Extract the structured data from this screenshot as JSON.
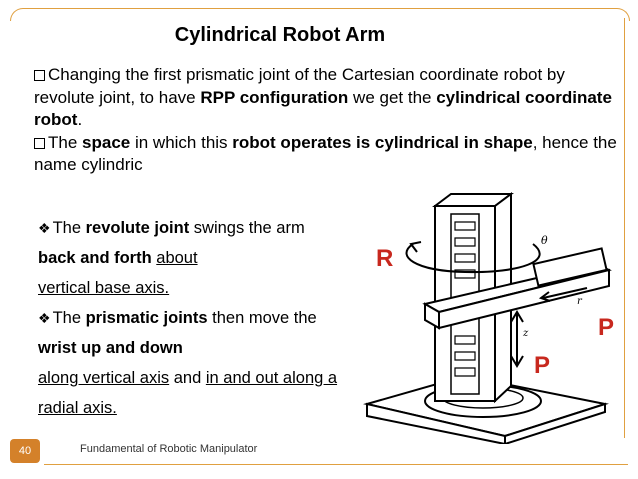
{
  "title": "Cylindrical Robot Arm",
  "paragraph": {
    "line1": "Changing the first prismatic joint of the Cartesian coordinate robot by revolute joint, to have ",
    "line1_bold": "RPP configuration",
    "line2_pre": " we get the ",
    "line2_bold": "cylindrical coordinate robot",
    "line2_post": ".",
    "line3_pre": "The ",
    "line3_bold1": "space",
    "line3_mid": " in which this ",
    "line3_bold2": "robot operates is cylindrical in shape",
    "line3_post": ", hence the name cylindric"
  },
  "bullets": {
    "b1_pre": "The ",
    "b1_bold1": "revolute joint",
    "b1_mid1": " swings the arm ",
    "b1_bold2": "back and forth",
    "b1_space": " ",
    "b1_u1": "about",
    "b1_u2": "vertical base axis.",
    "b2_pre": "The ",
    "b2_bold1": "prismatic joints",
    "b2_mid1": " then move the ",
    "b2_bold2": "wrist up and down",
    "b2_u1": "along vertical axis",
    "b2_mid2": "  and ",
    "b2_u2": "in and out along a radial axis."
  },
  "diagram_labels": {
    "r": "R",
    "p1": "P",
    "p2": "P"
  },
  "footer": {
    "page_number": "40",
    "text": "Fundamental of Robotic Manipulator"
  },
  "colors": {
    "accent": "#d4812a",
    "label_red": "#c8281e",
    "rule": "#e0a040"
  }
}
